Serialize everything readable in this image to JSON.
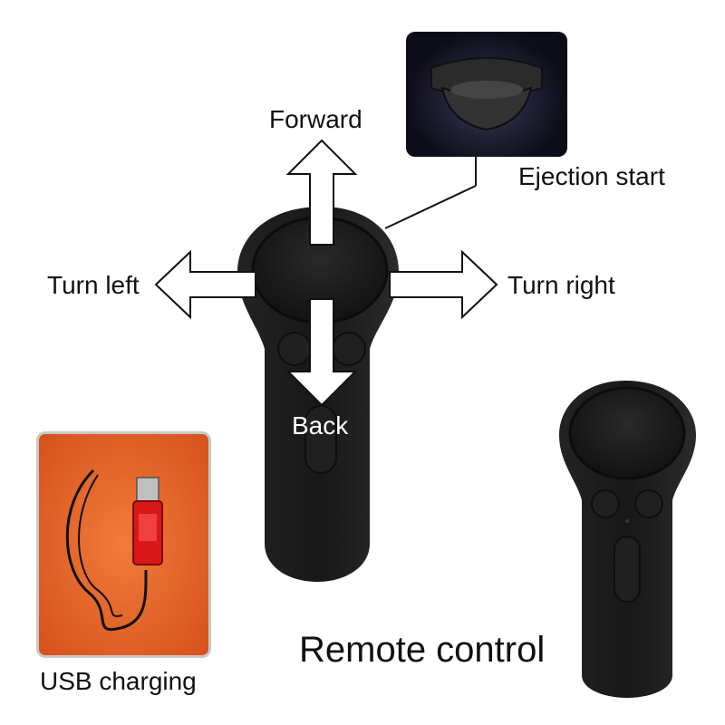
{
  "labels": {
    "forward": "Forward",
    "back": "Back",
    "turn_left": "Turn left",
    "turn_right": "Turn right",
    "ejection_start": "Ejection start",
    "remote_control": "Remote control",
    "usb_charging": "USB charging"
  },
  "colors": {
    "background": "#ffffff",
    "remote_body": "#1b1b1b",
    "usb_panel": "#e8611f",
    "usb_plug": "#d81818",
    "arrow_fill": "#ffffff",
    "arrow_stroke": "#111111"
  },
  "icons": {
    "main_remote": "remote-control-icon",
    "small_remote": "remote-control-icon",
    "button_closeup": "ejection-button-icon",
    "usb_cable": "usb-cable-icon"
  }
}
